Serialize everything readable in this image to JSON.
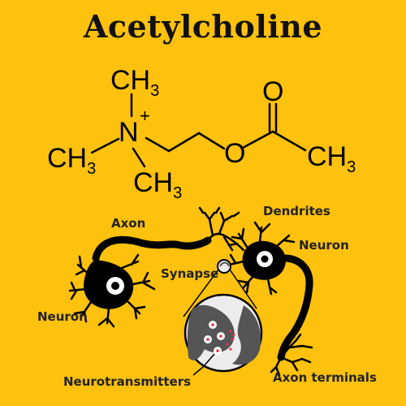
{
  "title": "Acetylcholine",
  "molecule": {
    "ch3": "CH",
    "sub3": "3",
    "nitrogen": "N",
    "charge": "+",
    "oxygen": "O"
  },
  "labels": {
    "axon": "Axon",
    "dendrites": "Dendrites",
    "neuron_right": "Neuron",
    "synapse": "Synapse",
    "neuron_left": "Neuron",
    "neurotransmitters": "Neurotransmitters",
    "axon_terminals": "Axon terminals"
  },
  "colors": {
    "background": "#fec10d",
    "ink": "#000000",
    "vesicle_dots": "#e8324c",
    "synapse_gray": "#555555",
    "zoom_fill": "#ececec"
  }
}
